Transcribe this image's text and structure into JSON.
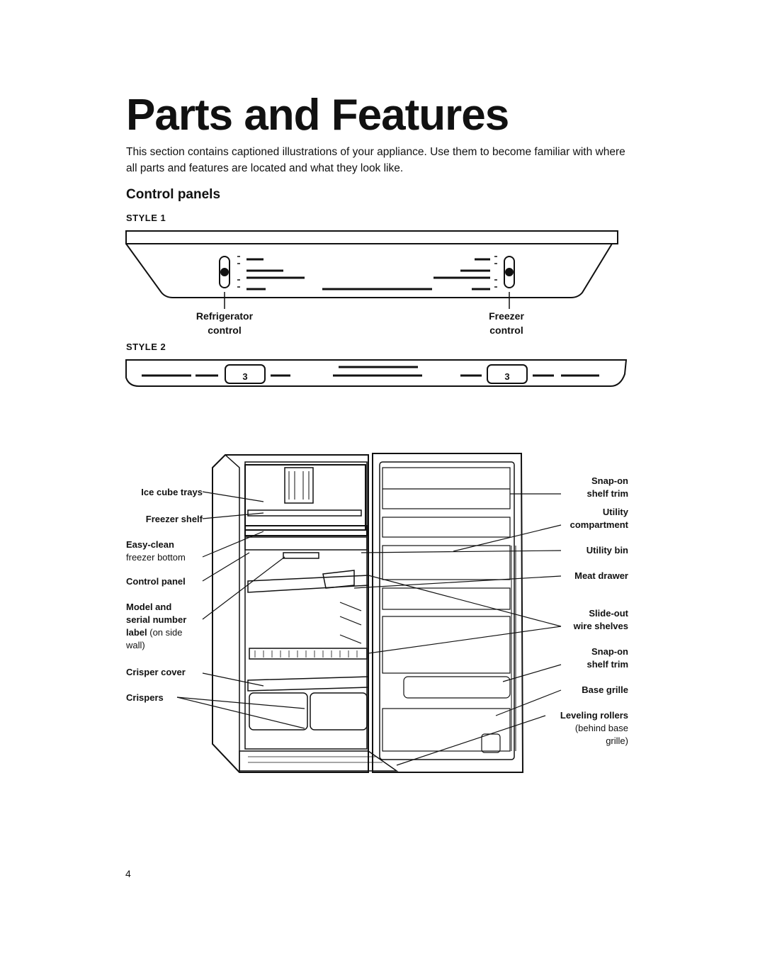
{
  "page": {
    "title": "Parts and Features",
    "intro": "This section contains captioned illustrations of your appliance. Use them to become familiar with where all parts and features are located and what they look like.",
    "page_number": "4"
  },
  "control_panels": {
    "heading": "Control panels",
    "style1": {
      "label": "STYLE 1",
      "refrigerator_control": [
        "Refrigerator",
        "control"
      ],
      "freezer_control": [
        "Freezer",
        "control"
      ]
    },
    "style2": {
      "label": "STYLE 2",
      "dial_value": "3"
    }
  },
  "diagram": {
    "left_callouts": {
      "ice_cube_trays": "Ice cube trays",
      "freezer_shelf": "Freezer shelf",
      "easy_clean": [
        "Easy-clean",
        "freezer bottom"
      ],
      "control_panel": "Control panel",
      "model_serial": [
        "Model and",
        "serial number",
        "label",
        "(on side",
        "wall)"
      ],
      "crisper_cover": "Crisper cover",
      "crispers": "Crispers"
    },
    "right_callouts": {
      "snap_on_top": [
        "Snap-on",
        "shelf trim"
      ],
      "utility_compartment": [
        "Utility",
        "compartment"
      ],
      "utility_bin": "Utility bin",
      "meat_drawer": "Meat drawer",
      "slide_out": [
        "Slide-out",
        "wire shelves"
      ],
      "snap_on_bottom": [
        "Snap-on",
        "shelf trim"
      ],
      "base_grille": "Base grille",
      "leveling_rollers": [
        "Leveling rollers",
        "(behind base",
        "grille)"
      ]
    }
  }
}
